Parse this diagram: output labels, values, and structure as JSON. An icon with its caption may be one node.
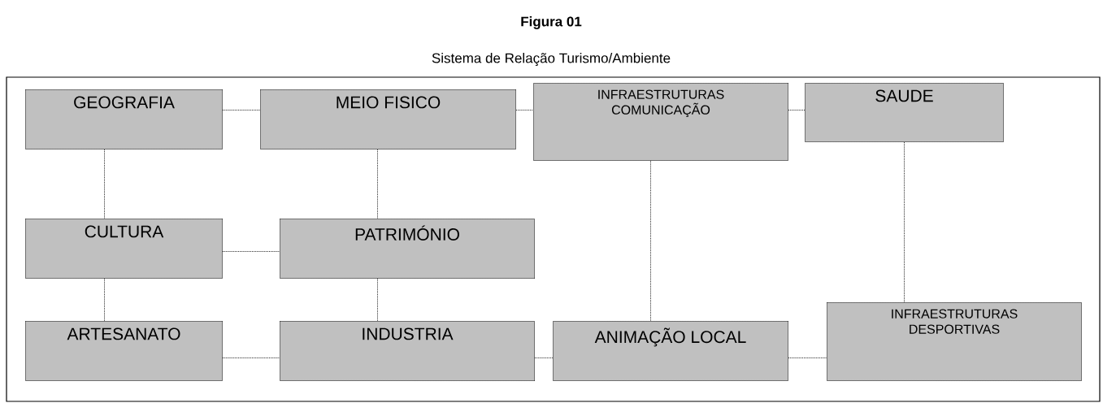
{
  "diagram": {
    "title": "Figura 01",
    "nodes": [
      {
        "text": [
          "GEOGRAFIA"
        ]
      },
      {
        "text": [
          "MEIO FISICO"
        ]
      },
      {
        "text": [
          "INFRAESTRUTURAS COMUNICAÇÃO"
        ]
      },
      {
        "text": [
          "SAUDE"
        ]
      },
      {
        "text": [
          "CULTURA"
        ]
      },
      {
        "text": [
          "PATRIMÓNIO"
        ]
      },
      {
        "text": [
          "ARTESANATO"
        ]
      },
      {
        "text": [
          "INDUSTRIA"
        ]
      },
      {
        "text": [
          "ANIMAÇÃO LOCAL"
        ]
      },
      {
        "text": [
          "INFRAESTRUTURAS DESPORTIVAS"
        ]
      }
    ],
    "edges": [
      {
        "from": 0,
        "to": 1,
        "arrow": "none"
      },
      {
        "from": 1,
        "to": 2,
        "arrow": "none"
      },
      {
        "from": 2,
        "to": 3,
        "arrow": "none"
      },
      {
        "from": 0,
        "to": 4,
        "arrow": "none"
      },
      {
        "from": 1,
        "to": 5,
        "arrow": "none"
      },
      {
        "from": 4,
        "to": 5,
        "arrow": "none"
      },
      {
        "from": 2,
        "to": 8,
        "arrow": "none"
      },
      {
        "from": 3,
        "to": 9,
        "arrow": "none"
      },
      {
        "from": 4,
        "to": 6,
        "arrow": "none"
      },
      {
        "from": 5,
        "to": 7,
        "arrow": "none"
      },
      {
        "from": 6,
        "to": 7,
        "arrow": "none"
      },
      {
        "from": 7,
        "to": 8,
        "arrow": "none"
      },
      {
        "from": 8,
        "to": 9,
        "arrow": "none"
      }
    ],
    "labels": [
      "Sistema de Relação Turismo/Ambiente"
    ]
  }
}
